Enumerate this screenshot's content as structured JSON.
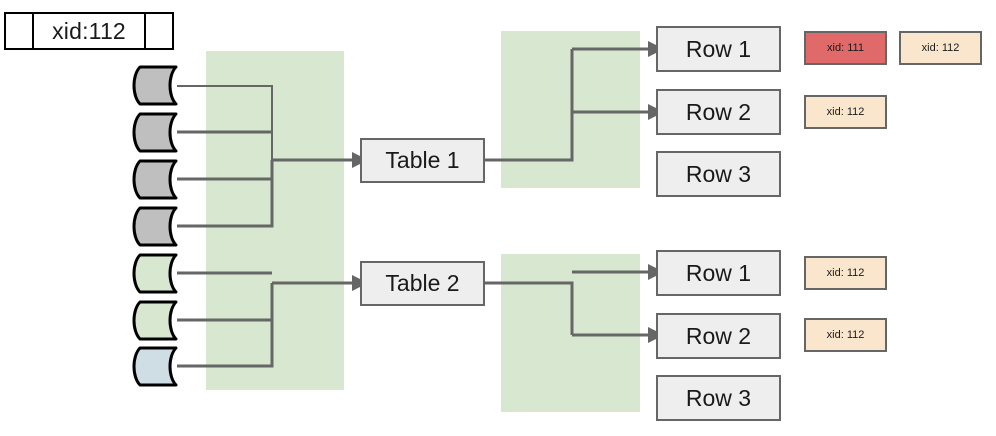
{
  "header": {
    "label": "xid:112"
  },
  "colors": {
    "green_panel": "#d8e8d0",
    "node_fill": "#eeeeee",
    "node_stroke": "#666666",
    "badge_cream": "#fae6cd",
    "badge_red": "#e06a6a",
    "tape_gray": "#bfbfbf",
    "tape_green": "#d8e8d0",
    "tape_blue": "#cfdee4",
    "wire": "#666666"
  },
  "tapes": [
    {
      "name": "tape-1",
      "fill": "#bfbfbf"
    },
    {
      "name": "tape-2",
      "fill": "#bfbfbf"
    },
    {
      "name": "tape-3",
      "fill": "#bfbfbf"
    },
    {
      "name": "tape-4",
      "fill": "#bfbfbf"
    },
    {
      "name": "tape-5",
      "fill": "#d8e8d0"
    },
    {
      "name": "tape-6",
      "fill": "#d8e8d0"
    },
    {
      "name": "tape-7",
      "fill": "#cfdee4"
    }
  ],
  "tables": [
    {
      "label": "Table 1"
    },
    {
      "label": "Table 2"
    }
  ],
  "groups": [
    {
      "table": "Table 1",
      "rows": [
        {
          "label": "Row 1",
          "badges": [
            {
              "text": "xid: 111",
              "style": "red"
            },
            {
              "text": "xid: 112",
              "style": "cream"
            }
          ]
        },
        {
          "label": "Row 2",
          "badges": [
            {
              "text": "xid: 112",
              "style": "cream"
            }
          ]
        },
        {
          "label": "Row 3",
          "badges": []
        }
      ]
    },
    {
      "table": "Table 2",
      "rows": [
        {
          "label": "Row 1",
          "badges": [
            {
              "text": "xid: 112",
              "style": "cream"
            }
          ]
        },
        {
          "label": "Row 2",
          "badges": [
            {
              "text": "xid: 112",
              "style": "cream"
            }
          ]
        },
        {
          "label": "Row 3",
          "badges": []
        }
      ]
    }
  ]
}
